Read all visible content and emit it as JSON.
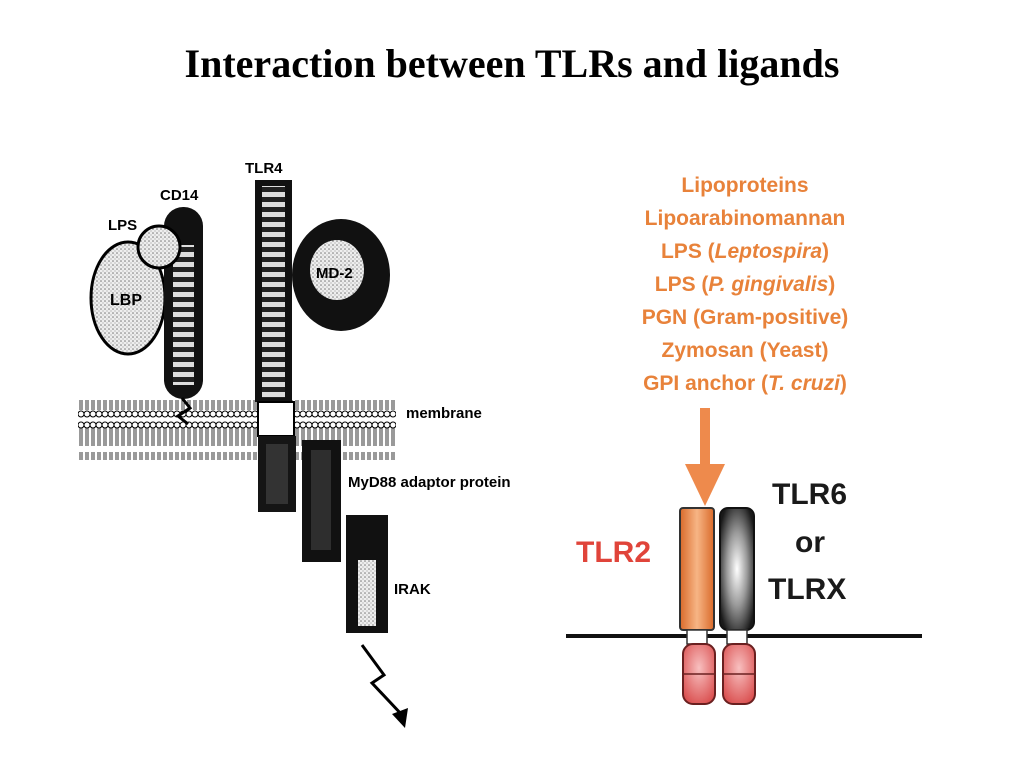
{
  "slide": {
    "title": "Interaction between TLRs and ligands"
  },
  "left_diagram": {
    "labels": {
      "tlr4": "TLR4",
      "cd14": "CD14",
      "lps": "LPS",
      "lbp": "LBP",
      "md2": "MD-2",
      "membrane": "membrane",
      "myd88": "MyD88 adaptor protein",
      "irak": "IRAK"
    }
  },
  "right_diagram": {
    "ligands": [
      {
        "text": "Lipoproteins"
      },
      {
        "text": "Lipoarabinomannan"
      },
      {
        "pre": "LPS (",
        "italic": "Leptospira",
        "post": ")"
      },
      {
        "pre": "LPS (",
        "italic": "P. gingivalis",
        "post": ")"
      },
      {
        "text": "PGN (Gram-positive)"
      },
      {
        "text": "Zymosan (Yeast)"
      },
      {
        "pre": "GPI anchor (",
        "italic": "T. cruzi",
        "post": ")"
      }
    ],
    "labels": {
      "tlr2": "TLR2",
      "tlr6_line1": "TLR6",
      "tlr6_line2": "or",
      "tlr6_line3": "TLRX"
    },
    "colors": {
      "ligand_text": "#e8823a",
      "tlr2_label": "#e0443a",
      "tlr2_body": "#e8823a",
      "tlr6_body": "#3a3a3a",
      "arrow": "#ee8a4c",
      "cytoplasmic": "#e06060"
    }
  }
}
